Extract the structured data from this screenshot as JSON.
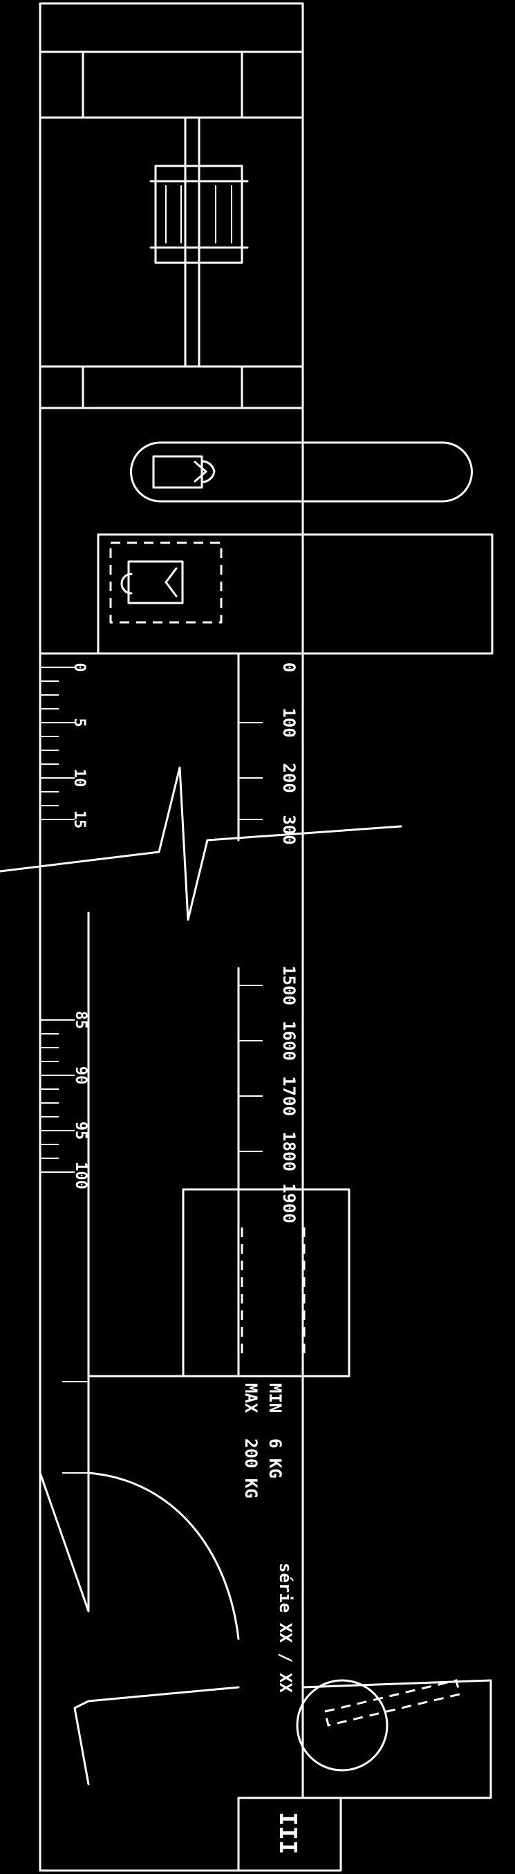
{
  "scale_left": {
    "labels_top": [
      "0",
      "5",
      "10",
      "15"
    ],
    "labels_bottom": [
      "85",
      "90",
      "95",
      "100"
    ]
  },
  "scale_right": {
    "labels_top": [
      "0",
      "100",
      "200",
      "300"
    ],
    "labels_bottom": [
      "1500",
      "1600",
      "1700",
      "1800",
      "1900"
    ]
  },
  "spec_text": {
    "max": "MAX",
    "min": "MIN",
    "max_val": "200 KG",
    "min_val": "6 KG",
    "series": "série XX / XX",
    "model": "III"
  }
}
